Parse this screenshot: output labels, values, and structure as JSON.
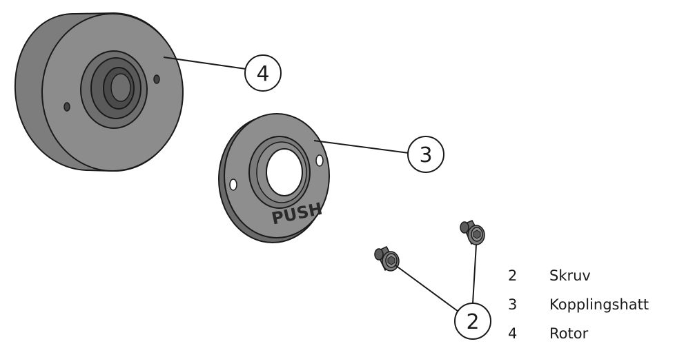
{
  "part_labels": {
    "rotor": "PUSH"
  },
  "callouts": [
    {
      "number": "4"
    },
    {
      "number": "3"
    },
    {
      "number": "2"
    }
  ],
  "legend": [
    {
      "number": "2",
      "name": "Skruv"
    },
    {
      "number": "3",
      "name": "Kopplingshatt"
    },
    {
      "number": "4",
      "name": "Rotor"
    }
  ],
  "colors": {
    "part_dark": "#6a6a6a",
    "part_mid": "#8a8a8a",
    "part_light": "#b5b5b5",
    "outline": "#1a1a1a"
  }
}
